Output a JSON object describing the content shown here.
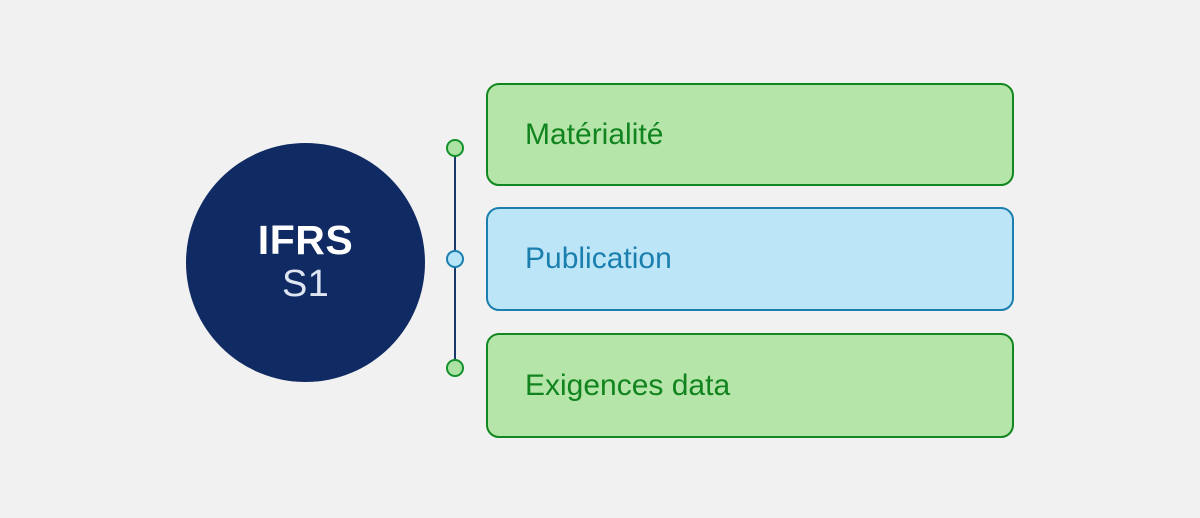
{
  "diagram": {
    "background_color": "#f1f1f1",
    "hub": {
      "primary_label": "IFRS",
      "secondary_label": "S1",
      "fill_color": "#102A63",
      "primary_text_color": "#ffffff",
      "secondary_text_color": "#dfe6f2"
    },
    "connector": {
      "line_color": "#1b3a6b",
      "nodes": [
        {
          "name": "node-materialite",
          "color": "#ade2a5",
          "border_color": "#13912b"
        },
        {
          "name": "node-publication",
          "color": "#b7e4f7",
          "border_color": "#1a7fae"
        },
        {
          "name": "node-exigences-data",
          "color": "#ade2a5",
          "border_color": "#13912b"
        }
      ]
    },
    "cards": [
      {
        "id": "materialite",
        "label": "Matérialité",
        "variant": "green",
        "fill_color": "#b5e5a8",
        "border_color": "#12871f",
        "text_color": "#11841f"
      },
      {
        "id": "publication",
        "label": "Publication",
        "variant": "blue",
        "fill_color": "#bce6f8",
        "border_color": "#1a7fae",
        "text_color": "#1b7fae"
      },
      {
        "id": "exigences-data",
        "label": "Exigences data",
        "variant": "green",
        "fill_color": "#b5e5a8",
        "border_color": "#12871f",
        "text_color": "#11841f"
      }
    ]
  }
}
